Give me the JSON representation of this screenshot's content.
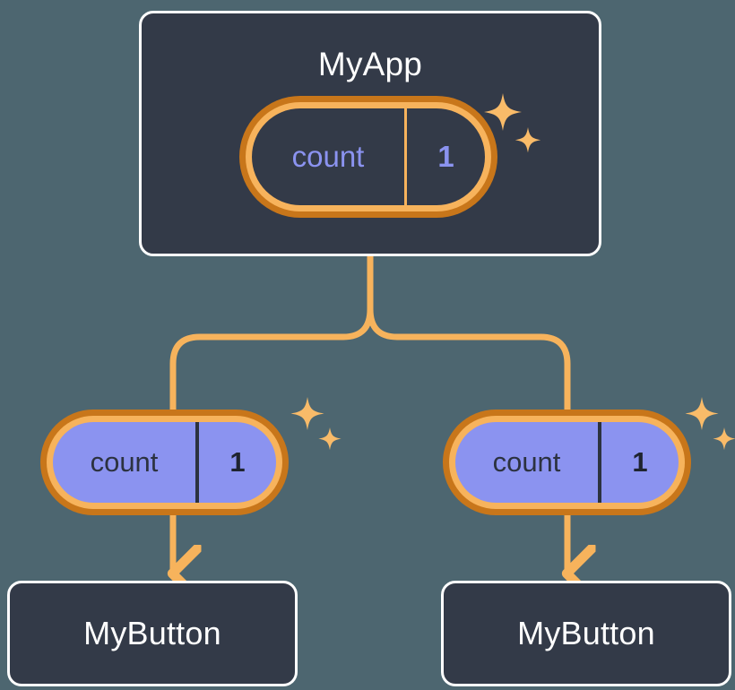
{
  "theme": {
    "page_background": "#4d6670",
    "card_fill": "#333a48",
    "card_border": "#ffffff",
    "pill_ring_outer": "#c8761a",
    "pill_ring_inner": "#f7b35c",
    "pill_child_fill": "#8b93f0",
    "accent_purple": "#8b93f0",
    "connector": "#f7b35c",
    "sparkle": "#f9bb69",
    "text_light": "#ffffff",
    "text_dark": "#2c3240"
  },
  "diagram": {
    "type": "component-tree",
    "title": "state propagation tree",
    "root": {
      "name": "root-component",
      "label": "MyApp",
      "state": {
        "key": "count",
        "value": "1",
        "style": "dark-face"
      },
      "sparkle": {
        "name": "sparkle-cluster",
        "large_points": 4,
        "small_points": 4
      }
    },
    "children": [
      {
        "name": "child-left",
        "state": {
          "key": "count",
          "value": "1",
          "style": "purple-face"
        },
        "sparkle": {
          "name": "sparkle-cluster",
          "large_points": 4,
          "small_points": 4
        },
        "leaf": {
          "name": "leaf-component-left",
          "label": "MyButton"
        }
      },
      {
        "name": "child-right",
        "state": {
          "key": "count",
          "value": "1",
          "style": "purple-face"
        },
        "sparkle": {
          "name": "sparkle-cluster",
          "large_points": 4,
          "small_points": 4
        },
        "leaf": {
          "name": "leaf-component-right",
          "label": "MyButton"
        }
      }
    ],
    "connectors": [
      {
        "name": "fork-root-to-children",
        "from": "MyApp",
        "to": [
          "child-left",
          "child-right"
        ],
        "arrow": false
      },
      {
        "name": "arrow-left-state-to-button",
        "from": "child-left",
        "to": "leaf-component-left",
        "arrow": true
      },
      {
        "name": "arrow-right-state-to-button",
        "from": "child-right",
        "to": "leaf-component-right",
        "arrow": true
      }
    ]
  }
}
